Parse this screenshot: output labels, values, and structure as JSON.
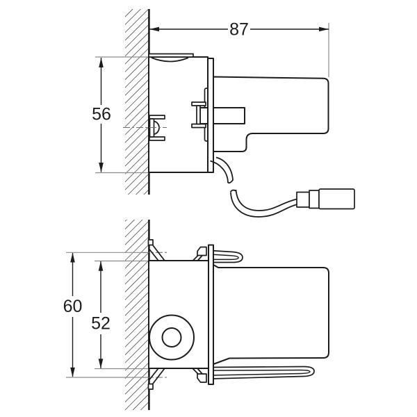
{
  "drawing": {
    "type": "technical-dimension-drawing",
    "views": {
      "side_view": {
        "dim_depth": "87",
        "dim_height": "56"
      },
      "front_view": {
        "dim_overall": "60",
        "dim_inner": "52"
      }
    },
    "colors": {
      "background": "#ffffff",
      "line": "#1c1c1c",
      "extension_line": "#8c8c8c"
    }
  }
}
